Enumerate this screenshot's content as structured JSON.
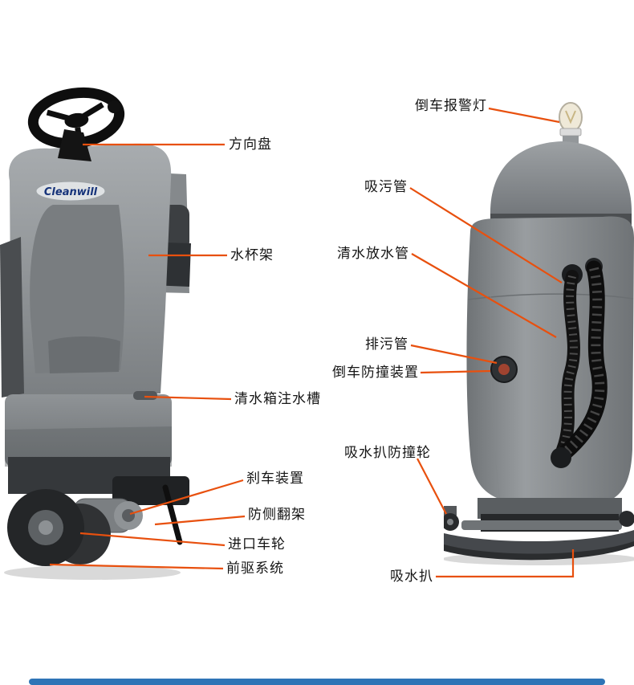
{
  "page": {
    "background": "#ffffff",
    "leader_line_color": "#e8500e",
    "bottom_bar_color": "#2e74b6"
  },
  "front_view": {
    "logo_text": "Cleanwill",
    "labels": [
      {
        "id": "steering-wheel",
        "text": "方向盘"
      },
      {
        "id": "cup-holder",
        "text": "水杯架"
      },
      {
        "id": "clean-water-filler",
        "text": "清水箱注水槽"
      },
      {
        "id": "brake-device",
        "text": "刹车装置"
      },
      {
        "id": "anti-rollover-frame",
        "text": "防侧翻架"
      },
      {
        "id": "imported-wheel",
        "text": "进口车轮"
      },
      {
        "id": "front-drive-system",
        "text": "前驱系统"
      }
    ]
  },
  "rear_view": {
    "labels": [
      {
        "id": "reverse-warning-light",
        "text": "倒车报警灯"
      },
      {
        "id": "suction-hose",
        "text": "吸污管"
      },
      {
        "id": "clean-water-drain-hose",
        "text": "清水放水管"
      },
      {
        "id": "drain-hose",
        "text": "排污管"
      },
      {
        "id": "reverse-bumper",
        "text": "倒车防撞装置"
      },
      {
        "id": "squeegee-bumper-wheel",
        "text": "吸水扒防撞轮"
      },
      {
        "id": "squeegee",
        "text": "吸水扒"
      }
    ]
  }
}
